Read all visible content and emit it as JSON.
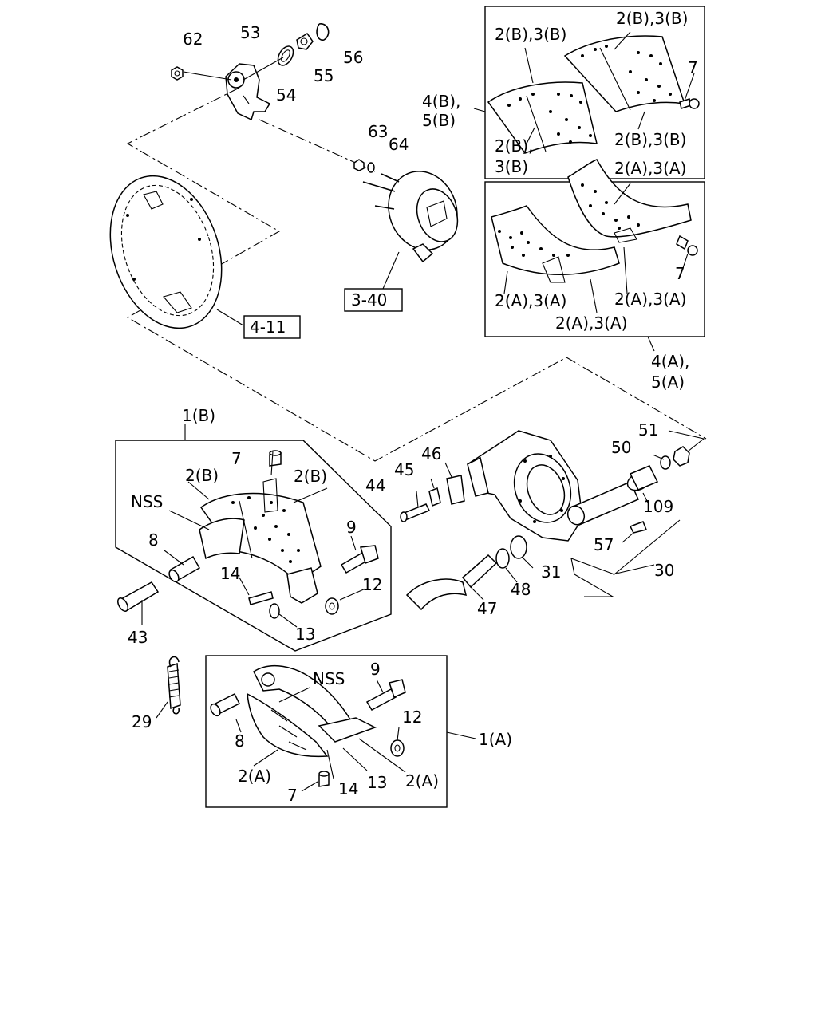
{
  "labels": {
    "p62": "62",
    "p53": "53",
    "p54": "54",
    "p55": "55",
    "p56": "56",
    "p63": "63",
    "p64": "64",
    "ref_3_40": "3-40",
    "ref_4_11": "4-11",
    "b_top_left": "2(B),3(B)",
    "b_top_right": "2(B),3(B)",
    "b_7": "7",
    "b_45": "4(B),",
    "b_55": "5(B)",
    "b_bot_left_1": "2(B),",
    "b_bot_left_2": "3(B)",
    "b_bot_right": "2(B),3(B)",
    "a_top": "2(A),3(A)",
    "a_7": "7",
    "a_bot_left": "2(A),3(A)",
    "a_bot_mid": "2(A),3(A)",
    "a_bot_right": "2(A),3(A)",
    "a_45": "4(A),",
    "a_55": "5(A)",
    "g1b": "1(B)",
    "g1b_7": "7",
    "g1b_2b_left": "2(B)",
    "g1b_2b_right": "2(B)",
    "g1b_nss": "NSS",
    "g1b_8": "8",
    "g1b_9": "9",
    "g1b_14": "14",
    "g1b_12": "12",
    "g1b_13": "13",
    "p43": "43",
    "p29": "29",
    "p44": "44",
    "p45": "45",
    "p46": "46",
    "p51": "51",
    "p50": "50",
    "p109": "109",
    "p57": "57",
    "p31": "31",
    "p48": "48",
    "p30": "30",
    "p47": "47",
    "g1a": "1(A)",
    "g1a_nss": "NSS",
    "g1a_9": "9",
    "g1a_8": "8",
    "g1a_12": "12",
    "g1a_2a_left": "2(A)",
    "g1a_14": "14",
    "g1a_13": "13",
    "g1a_2a_right": "2(A)",
    "g1a_7": "7"
  }
}
